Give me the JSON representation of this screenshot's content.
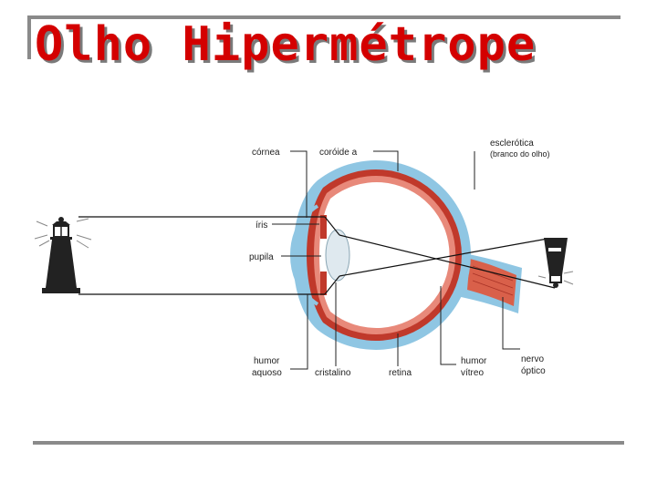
{
  "title": "Olho Hipermétrope",
  "labels": {
    "cornea": "córnea",
    "coroide": "coróide a",
    "esclerotica": "esclerótica",
    "esclerotica_sub": "(branco do olho)",
    "iris": "íris",
    "pupila": "pupila",
    "humor_aquoso_1": "humor",
    "humor_aquoso_2": "aquoso",
    "cristalino": "cristalino",
    "retina": "retina",
    "humor_vitreo_1": "humor",
    "humor_vitreo_2": "vítreo",
    "nervo_optico_1": "nervo",
    "nervo_optico_2": "óptico"
  },
  "colors": {
    "title": "#d40000",
    "frame": "#8a8a8a",
    "sclera": "#8fc6e3",
    "choroid": "#c0392b",
    "nerve": "#d9604a"
  },
  "icons": {
    "object": "lighthouse-icon",
    "image": "inverted-lighthouse-icon"
  }
}
